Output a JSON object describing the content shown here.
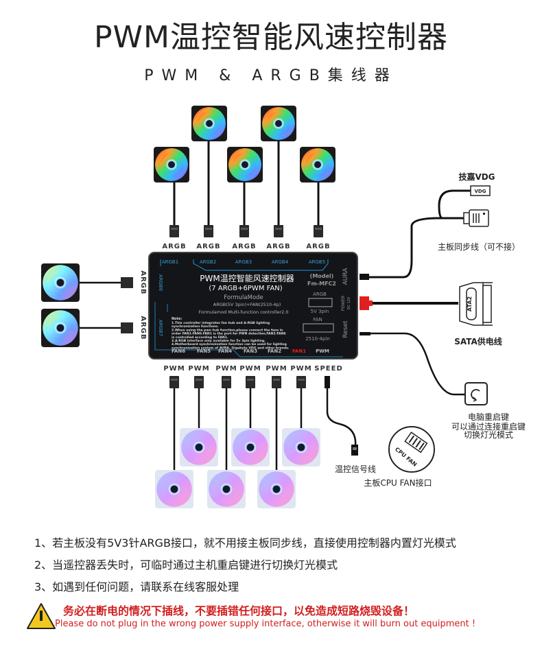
{
  "header": {
    "title": "PWM温控智能风速控制器",
    "subtitle": "PWM & ARGB集线器"
  },
  "top_fans": {
    "count": 5,
    "connector_labels": [
      "ARGB",
      "ARGB",
      "ARGB",
      "ARGB",
      "ARGB"
    ]
  },
  "left_fans": {
    "count": 2,
    "connector_labels": [
      "ARGB",
      "ARGB"
    ]
  },
  "bottom_fans": {
    "count": 6,
    "connector_labels": [
      "PWM",
      "PWM",
      "PWM",
      "PWM",
      "PWM",
      "PWM"
    ],
    "speed_label": "SPEED"
  },
  "controller": {
    "title": "PWM温控智能风速控制器",
    "subtitle": "(7 ARGB+6PWM FAN)",
    "brand": "FormulaMode",
    "spec": "ARGB(5V 3pin)+FAN(2510-4p)",
    "model_line": "Formulamod Multi-function controller2.0",
    "model_label": "(Model)",
    "model_name": "Fm-MFC2",
    "top_ports": [
      "ARGB1",
      "ARGB2",
      "ARGB3",
      "ARGB4",
      "ARGB5"
    ],
    "left_ports": [
      "ARGB6",
      "ARGB7"
    ],
    "bottom_ports": [
      "FAN6",
      "FAN5",
      "FAN4",
      "FAN3",
      "FAN2",
      "FAN1",
      "PWM"
    ],
    "highlight_port": "FAN1",
    "right_ports": [
      "AURA",
      "POWER",
      "Reset"
    ],
    "power_sub": "DC 12V",
    "argb_header_label": "ARGB",
    "argb_header_spec": "5V 3pin",
    "fan_header_label": "FAN",
    "fan_header_spec": "2510-4pin",
    "note_title": "Note:",
    "notes": [
      "1.This controller integrates fan hub and A-RGB lighting synchronization functions.",
      "2.When using the pwn hub function,please connect the fans in order FAN1-FAN6.FAN1 is the port for PWN detection,FAN2-FAN6 is controlled according to FAN1.",
      "3.A-RGB interface only available for 5v 3pin lighting.",
      "4.Motherboard synchronization function can be used for lighting synchronization system of AURA, Gigabyte VDG and other brands."
    ]
  },
  "right_side": {
    "vdg_label": "技嘉VDG",
    "vdg_plug_text": "VDG",
    "sync_cable_label": "主板同步线（可不接）",
    "sata_plug_text": "ATA2",
    "sata_label": "SATA供电线",
    "reset_label": "电脑重启键",
    "reset_desc_1": "可以通过连接重启键",
    "reset_desc_2": "切换灯光模式"
  },
  "bottom_right": {
    "temp_signal_label": "温控信号线",
    "cpu_fan_badge": "CPU FAN",
    "cpu_fan_label": "主板CPU FAN接口"
  },
  "notes": [
    "1、若主板没有5V3针ARGB接口，就不用接主板同步线，直接使用控制器内置灯光模式",
    "2、当遥控器丢失时，可临时通过主机重启键进行切换灯光模式",
    "3、如遇到任何问题，请联系在线客服处理"
  ],
  "warning": {
    "icon": "warning-triangle-icon",
    "text_cn": "务必在断电的情况下插线，不要插错任何接口，以免造成短路烧毁设备！",
    "text_en": "Please do not plug in the wrong power supply interface, otherwise it will burn out equipment !"
  },
  "colors": {
    "board": "#131518",
    "board_line": "#1f7fb8",
    "port_label": "#3a9fd6",
    "highlight": "#e02020",
    "power_plug": "#e02020",
    "warning_text": "#d21e1e",
    "warning_icon": "#f2c81e"
  }
}
